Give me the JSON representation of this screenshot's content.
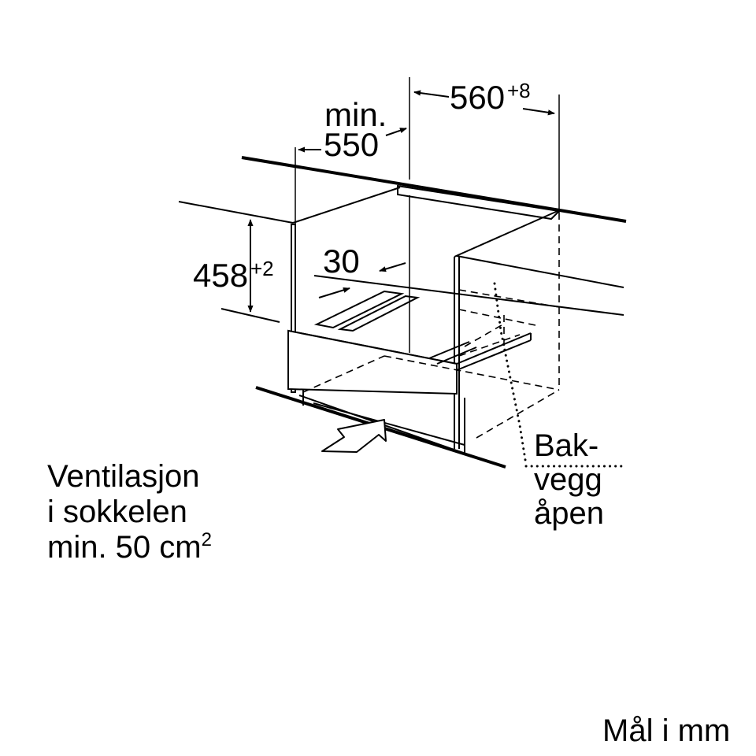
{
  "dimensions": {
    "min_label": "min.",
    "depth_min": "550",
    "width": "560",
    "width_tolerance": "+8",
    "height": "458",
    "height_tolerance": "+2",
    "offset": "30"
  },
  "notes": {
    "ventilation_lines": [
      "Ventilasjon",
      "i sokkelen",
      "min. 50 cm"
    ],
    "ventilation_superscript": "2",
    "back_wall_lines": [
      "Bak-",
      "vegg",
      "åpen"
    ],
    "units": "Mål i mm"
  },
  "colors": {
    "line": "#000000",
    "background": "#ffffff"
  }
}
